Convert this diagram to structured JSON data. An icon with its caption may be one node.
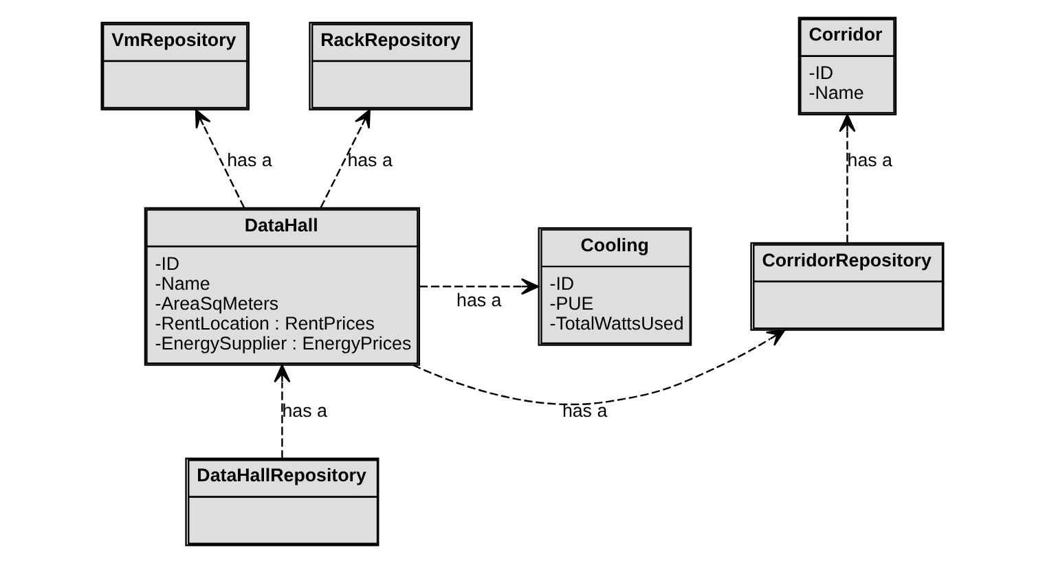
{
  "diagram": {
    "nodes": [
      {
        "text": [
          "Corridor",
          "-ID",
          "-Name"
        ]
      },
      {
        "text": [
          "VmRepository"
        ]
      },
      {
        "text": [
          "RackRepository"
        ]
      },
      {
        "text": [
          "CorridorRepository"
        ]
      },
      {
        "text": [
          "DataHall",
          "-ID",
          "-Name",
          "-AreaSqMeters",
          "-RentLocation : RentPrices",
          "-EnergySupplier : EnergyPrices"
        ]
      },
      {
        "text": [
          "Cooling",
          "-ID",
          "-PUE",
          "-TotalWattsUsed"
        ]
      },
      {
        "text": [
          "DataHallRepository"
        ]
      }
    ],
    "edges": [
      {
        "from": 3,
        "to": 0,
        "arrow": "to",
        "label": "has a",
        "style": "dashed"
      },
      {
        "from": 4,
        "to": 1,
        "arrow": "to",
        "label": "has a",
        "style": "dashed"
      },
      {
        "from": 4,
        "to": 2,
        "arrow": "to",
        "label": "has a",
        "style": "dashed"
      },
      {
        "from": 4,
        "to": 3,
        "arrow": "to",
        "label": "has a",
        "style": "dashed"
      },
      {
        "from": 4,
        "to": 5,
        "arrow": "to",
        "label": "has a",
        "style": "dashed"
      },
      {
        "from": 6,
        "to": 4,
        "arrow": "to",
        "label": "has a",
        "style": "dashed"
      }
    ]
  }
}
